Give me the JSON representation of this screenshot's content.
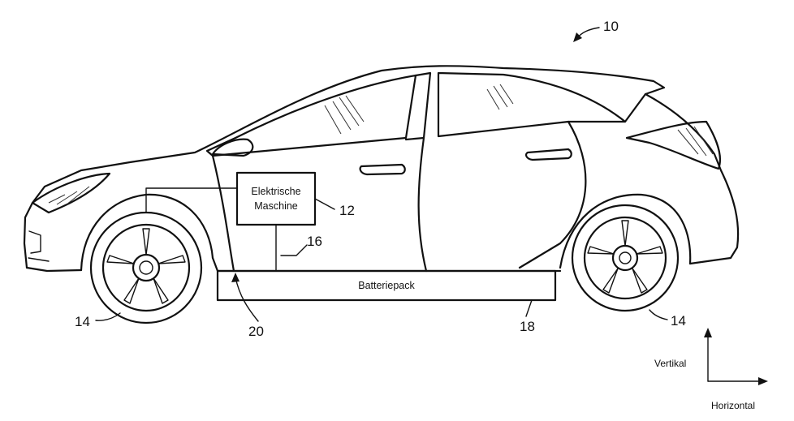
{
  "figure": {
    "ref_vehicle": "10",
    "ref_motor": "12",
    "ref_wheel_front": "14",
    "ref_wheel_rear": "14",
    "ref_connection": "16",
    "ref_battery": "18",
    "ref_frame": "20",
    "motor_label_line1": "Elektrische",
    "motor_label_line2": "Maschine",
    "battery_label": "Batteriepack",
    "axis_vertical": "Vertikal",
    "axis_horizontal": "Horizontal",
    "ink_color": "#111111"
  }
}
